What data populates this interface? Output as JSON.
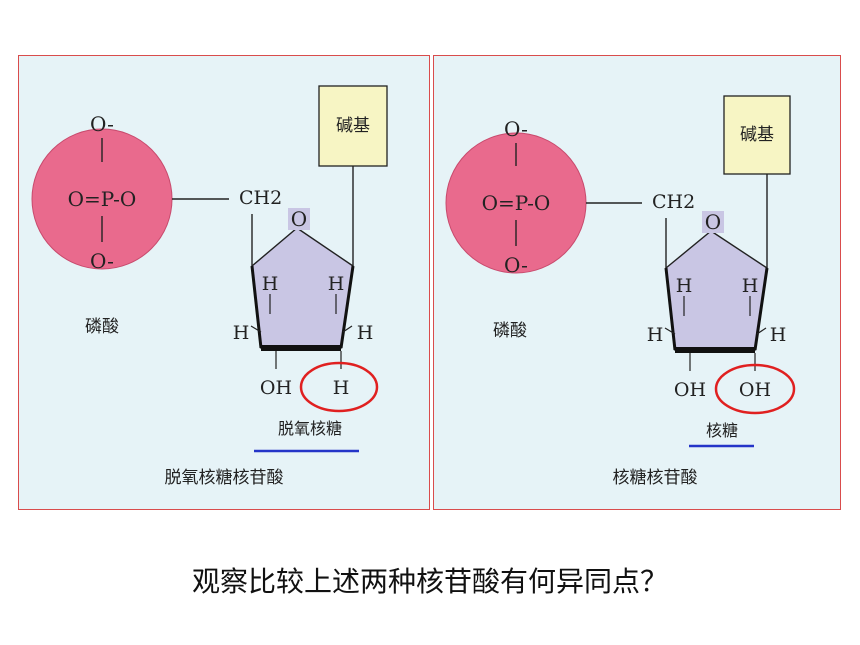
{
  "left": {
    "phosphate": {
      "top": "O-",
      "middle": "O=P-O",
      "bottom": "O-",
      "label": "磷酸"
    },
    "ch2": "CH2",
    "base": "碱基",
    "ring_o": "O",
    "h_top_left": "H",
    "h_top_right": "H",
    "h_side_left": "H",
    "h_side_right": "H",
    "c3": "OH",
    "c2": "H",
    "sugar_label": "脱氧核糖",
    "title": "脱氧核糖核苷酸"
  },
  "right": {
    "phosphate": {
      "top": "O-",
      "middle": "O=P-O",
      "bottom": "O-",
      "label": "磷酸"
    },
    "ch2": "CH2",
    "base": "碱基",
    "ring_o": "O",
    "h_top_left": "H",
    "h_top_right": "H",
    "h_side_left": "H",
    "h_side_right": "H",
    "c3": "OH",
    "c2": "OH",
    "sugar_label": "核糖",
    "title": "核糖核苷酸"
  },
  "question": "观察比较上述两种核苷酸有何异同点？",
  "colors": {
    "phosphate": "#e96a8d",
    "base": "#f7f5c4",
    "sugar": "#c9c6e4",
    "highlight": "#e02020",
    "underline": "#2434c8"
  }
}
